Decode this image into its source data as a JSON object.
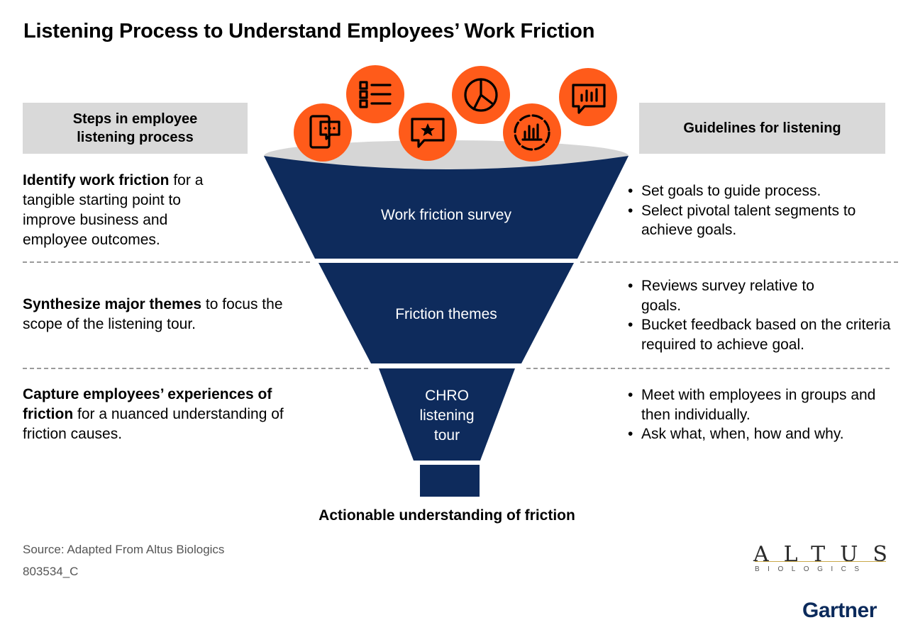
{
  "title": "Listening Process to Understand Employees’ Work Friction",
  "left_header": [
    "Steps in employee",
    "listening process"
  ],
  "right_header": "Guidelines for listening",
  "steps": [
    {
      "bold": "Identify work friction",
      "rest": " for a tangible starting point to improve business and employee outcomes."
    },
    {
      "bold": "Synthesize major themes",
      "rest": " to focus the scope of the listening tour."
    },
    {
      "bold": "Capture employees’ experiences of friction",
      "rest": " for a nuanced understanding of friction causes."
    }
  ],
  "funnel": {
    "stage1": "Work friction survey",
    "stage2": "Friction themes",
    "stage3": [
      "CHRO",
      "listening",
      "tour"
    ],
    "outcome": "Actionable understanding of friction"
  },
  "guidelines": [
    [
      "Set goals to guide process.",
      "Select pivotal talent segments to achieve goals."
    ],
    [
      "Reviews survey relative to goals.",
      "Bucket feedback based on the criteria required to achieve goal."
    ],
    [
      "Meet with employees in groups and then individually.",
      "Ask what, when, how and why."
    ]
  ],
  "footer": {
    "source": "Source: Adapted From Altus Biologics",
    "code": "803534_C",
    "logo_main": "ALTUS",
    "logo_sub": "BIOLOGICS",
    "gartner": "Gartner"
  },
  "icons": [
    "mobile-chat-icon",
    "checklist-icon",
    "star-chat-icon",
    "pie-chart-icon",
    "circular-bar-chart-icon",
    "bar-chart-chat-icon"
  ],
  "colors": {
    "navy": "#0e2b5c",
    "orange": "#ff5b1a",
    "grey_header": "#d9d9d9",
    "funnel_rim": "#d6d6d6"
  }
}
